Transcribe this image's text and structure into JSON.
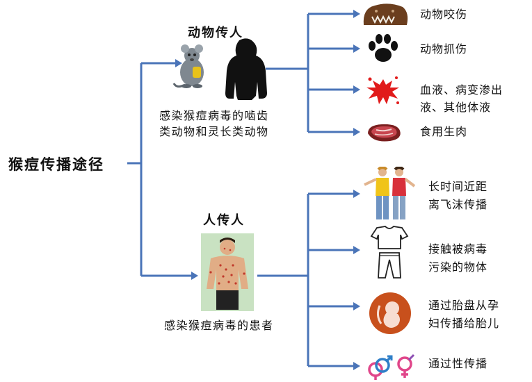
{
  "root": {
    "title": "猴痘传播途径"
  },
  "branches": [
    {
      "title": "动物传人",
      "description_lines": [
        "感染猴痘病毒的啮齿",
        "类动物和灵长类动物"
      ],
      "leaves": [
        {
          "lines": [
            "动物咬伤"
          ],
          "icon": "animal-bite-icon"
        },
        {
          "lines": [
            "动物抓伤"
          ],
          "icon": "paw-scratch-icon"
        },
        {
          "lines": [
            "血液、病变渗出",
            "液、其他体液"
          ],
          "icon": "blood-splatter-icon"
        },
        {
          "lines": [
            "食用生肉"
          ],
          "icon": "raw-meat-icon"
        }
      ]
    },
    {
      "title": "人传人",
      "description_lines": [
        "感染猴痘病毒的患者"
      ],
      "leaves": [
        {
          "lines": [
            "长时间近距",
            "离飞沫传播"
          ],
          "icon": "two-people-icon"
        },
        {
          "lines": [
            "接触被病毒",
            "污染的物体"
          ],
          "icon": "clothing-icon"
        },
        {
          "lines": [
            "通过胎盘从孕",
            "妇传播给胎儿"
          ],
          "icon": "fetus-icon"
        },
        {
          "lines": [
            "通过性传播"
          ],
          "icon": "gender-symbols-icon"
        }
      ]
    }
  ],
  "colors": {
    "connector": "#4a74b8",
    "blood": "#e11a1a",
    "fetus_bg": "#c8501c",
    "rash": "#c0392b"
  }
}
